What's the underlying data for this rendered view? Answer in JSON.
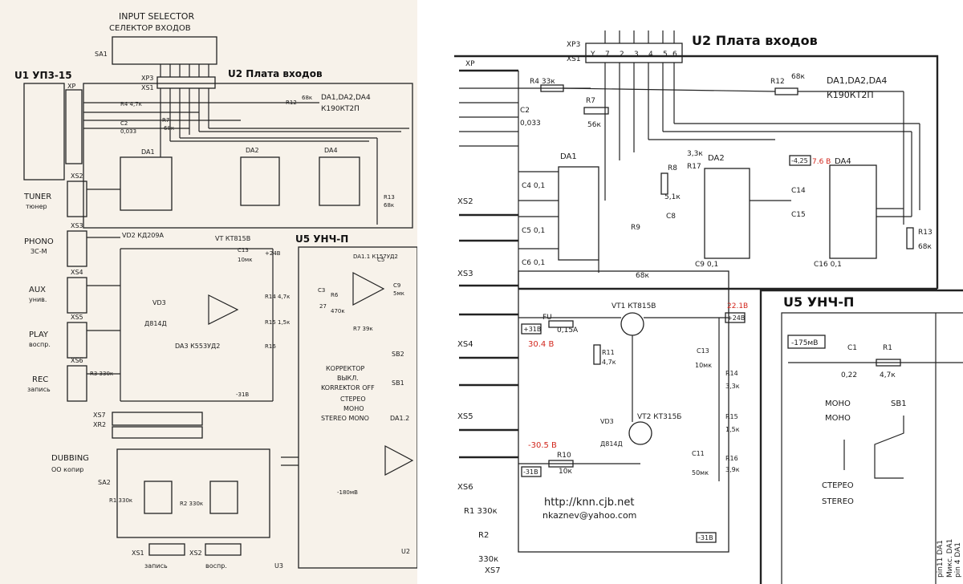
{
  "left": {
    "heading_en": "INPUT SELECTOR",
    "heading_ru": "СЕЛЕКТОР ВХОДОВ",
    "sa1": "SA1",
    "u1_title": "U1 УП3-15",
    "u2_title": "U2 Плата входов",
    "da_chips": "DA1,DA2,DA4",
    "da_part": "К190КТ2П",
    "xp": "XP",
    "xp3": "XP3",
    "xs1": "XS1",
    "inputs": [
      {
        "en": "TUNER",
        "ru": "тюнер",
        "conn": "XS2"
      },
      {
        "en": "PHONO",
        "ru": "ЗС-М",
        "conn": "XS3"
      },
      {
        "en": "AUX",
        "ru": "унив.",
        "conn": "XS4"
      },
      {
        "en": "PLAY",
        "ru": "воспр.",
        "conn": "XS5"
      },
      {
        "en": "REC",
        "ru": "запись",
        "conn": "XS6"
      }
    ],
    "dubbing_en": "DUBBING",
    "dubbing_ru": "ОО копир",
    "sa2": "SA2",
    "r1": "R1 330к",
    "r2": "R2 330к",
    "xs7": "XS7",
    "xr2": "XR2",
    "bottom_xs1": "XS1",
    "bottom_xs1_label": "запись",
    "bottom_xs2": "XS2",
    "bottom_xs2_label": "воспр.",
    "u3": "U3",
    "u5_title": "U5 УНЧ-П",
    "da1_1": "DA1.1 К157УД2",
    "da1_2": "DA1.2",
    "vt": "VT КТ815В",
    "vd2": "VD2 КД209А",
    "vd3": "VD3",
    "d814": "Д814Д",
    "da3": "DA3 К553УД2",
    "korrektor": "КОРРЕКТОР",
    "vykl": "ВЫКЛ.",
    "korr_off": "KORREKTOR OFF",
    "stereo": "СТЕРЕО",
    "mono": "МОНО",
    "stereo_mono": "STEREO MONO",
    "sb1": "SB1",
    "sb2": "SB2",
    "m31": "-31В",
    "p24": "+24В",
    "m180": "-180мВ",
    "r3_330k": "R3 330к",
    "da1": "DA1",
    "da2": "DA2",
    "da4": "DA4",
    "r4": "R4 4,7к",
    "r7": "R7",
    "r7v": "68к",
    "r12": "R12",
    "r12v": "68к",
    "c2": "C2",
    "c2v": "0,033",
    "r13": "R13",
    "r13v": "68к",
    "c13": "C13",
    "c13v": "10мк",
    "r14": "R14 4,7к",
    "r15": "R15 1,5к",
    "r16": "R16",
    "c9": "C9",
    "c9v": "5мк",
    "c5": "C5",
    "r7_39": "R7 39к",
    "c3": "C3",
    "c3v": "27",
    "r6": "R6",
    "r6v": "470к",
    "u2": "U2"
  },
  "right": {
    "xp3": "XP3",
    "xs1": "XS1",
    "xp3_pins": [
      "Y",
      "7",
      "2",
      "3",
      "4",
      "5",
      "6"
    ],
    "u2_title": "U2 Плата входов",
    "xp": "XP",
    "r4": "R4 33к",
    "r7": "R7",
    "r7v": "56к",
    "c2": "C2",
    "c2v": "0,033",
    "r12": "R12",
    "r12v": "68к",
    "da_chips": "DA1,DA2,DA4",
    "da_part": "К190КТ2П",
    "da1": "DA1",
    "da2": "DA2",
    "da4": "DA4",
    "r8": "R8",
    "r8v": "5,1к",
    "r9": "R9",
    "r17": "R17",
    "r17v": "3,3к",
    "c8": "C8",
    "c4": "C4 0,1",
    "c5": "C5 0,1",
    "c6": "C6 0,1",
    "c9": "C9 0,1",
    "c14": "C14",
    "c15": "C15",
    "c16": "C16 0,1",
    "r13": "R13",
    "r13v": "68к",
    "m425": "-4,25",
    "v76": "7.6 В",
    "r68": "68к",
    "xs2": "XS2",
    "xs3": "XS3",
    "xs4": "XS4",
    "xs5": "XS5",
    "xs6": "XS6",
    "xs7": "XS7",
    "vt1": "VT1 КТ815В",
    "vt2": "VT2 КТ315Б",
    "fu": "FU",
    "fuv": "0,15А",
    "p31": "+31В",
    "v304": "30.4 В",
    "m305": "-30.5 В",
    "m31": "-31В",
    "m31b": "-31В",
    "v221": "22.1В",
    "p24": "+24В",
    "r11": "R11",
    "r11v": "4,7к",
    "c13": "C13",
    "c13v": "10мк",
    "r14": "R14",
    "r14v": "3,3к",
    "r15": "R15",
    "r15v": "1,5к",
    "r16": "R16",
    "r16v": "3,9к",
    "c11": "C11",
    "c11v": "50мк",
    "vd3": "VD3",
    "vd3v": "Д814Д",
    "r10": "R10",
    "r10v": "10к",
    "u5_title": "U5 УНЧ-П",
    "m175": "-175мВ",
    "c1": "C1",
    "c1v": "0,22",
    "r1": "R1",
    "r1v": "4,7к",
    "mono_ru": "МОНО",
    "mono_en": "MOHO",
    "sb1": "SB1",
    "stereo_ru": "СТЕРЕО",
    "stereo_en": "STEREO",
    "r1_330": "R1 330к",
    "r2": "R2",
    "r2v": "330к",
    "url": "http://knn.cjb.net",
    "email": "nkaznev@yahoo.com",
    "vert_notes": [
      "Микс. DA1",
      "pin11 DA1",
      "pin 4 DA1"
    ]
  }
}
